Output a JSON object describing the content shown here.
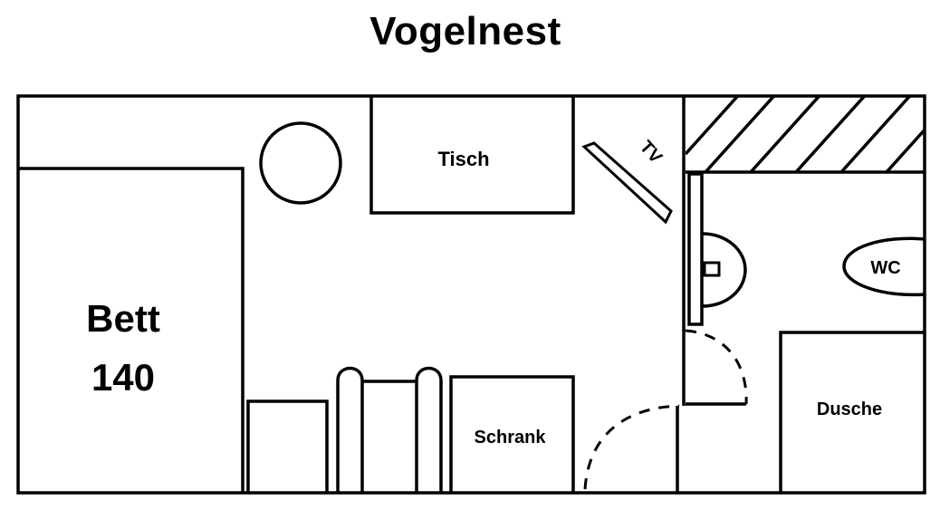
{
  "title": "Vogelnest",
  "labels": {
    "bed_line1": "Bett",
    "bed_line2": "140",
    "table": "Tisch",
    "tv": "TV",
    "wardrobe": "Schrank",
    "toilet": "WC",
    "shower": "Dusche"
  },
  "colors": {
    "stroke": "#000000",
    "background": "#ffffff"
  }
}
